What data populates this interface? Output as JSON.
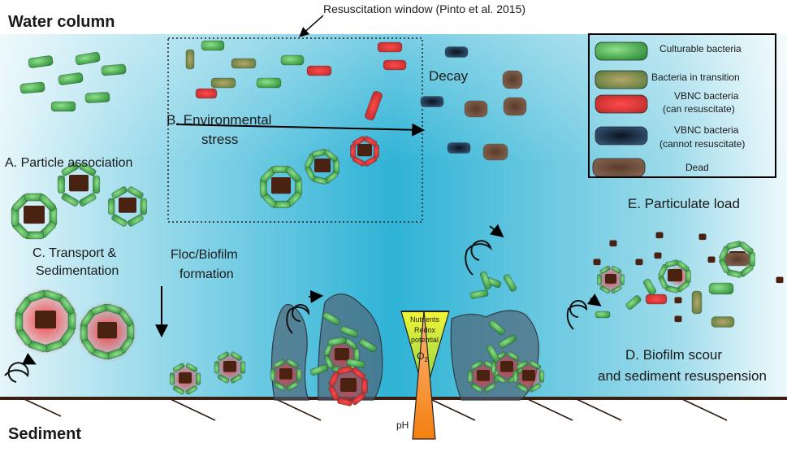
{
  "title_water": "Water column",
  "title_sediment": "Sediment",
  "resuscitation_window": "Resuscitation window (Pinto et al. 2015)",
  "labels": {
    "particle_association": "A. Particle association",
    "environmental_line1": "B. Environmental",
    "environmental_line2": "stress",
    "transport_line1": "C. Transport &",
    "transport_line2": "Sedimentation",
    "floc_line1": "Floc/Biofilm",
    "floc_line2": "formation",
    "decay": "Decay",
    "particulate_load": "E. Particulate load",
    "scour_line1": "D. Biofilm scour",
    "scour_line2": "and sediment resuspension",
    "nutrients": "Nutrients",
    "redox": "Redox",
    "potential": "potential",
    "o2": "O",
    "o2_sub": "2",
    "ph": "pH"
  },
  "legend": [
    {
      "label_line1": "Culturable bacteria",
      "label_line2": "",
      "color": "#3fae4a"
    },
    {
      "label_line1": "Bacteria in transition",
      "label_line2": "",
      "color": "#8a7a4a"
    },
    {
      "label_line1": "VBNC bacteria",
      "label_line2": "(can resuscitate)",
      "color": "#e5383b"
    },
    {
      "label_line1": "VBNC bacteria",
      "label_line2": "(cannot resuscitate)",
      "color": "#1f3550"
    },
    {
      "label_line1": "Dead",
      "label_line2": "",
      "color": "#5a3a2a"
    }
  ],
  "colors": {
    "culturable": "#3fae4a",
    "transition": "#8a7a4a",
    "vbnc": "#e5383b",
    "vbnc_dead": "#1f3550",
    "dead": "#5a3a2a",
    "particle": "#4a2212",
    "water_light": "#d8f1f8",
    "water_mid": "#79cfe6",
    "water_deep": "#2ab0d4"
  }
}
